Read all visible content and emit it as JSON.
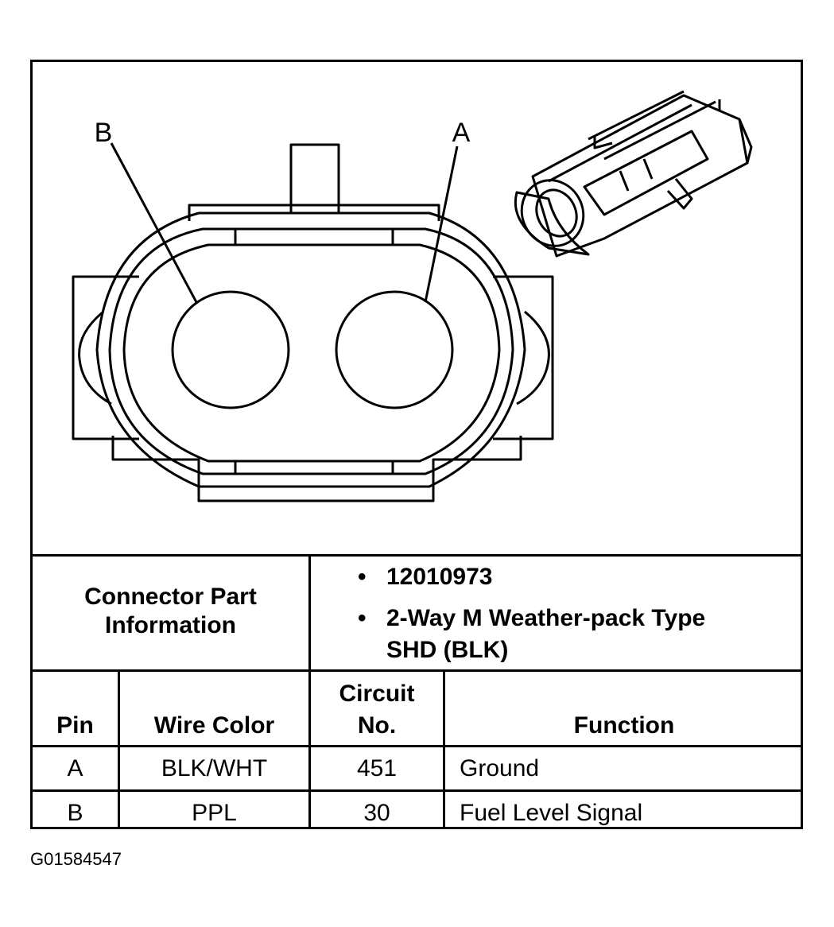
{
  "diagram": {
    "pin_labels": [
      "B",
      "A"
    ]
  },
  "connector_info": {
    "label_line1": "Connector Part",
    "label_line2": "Information",
    "bullet": "•",
    "part_number": "12010973",
    "type_line1": "2-Way M Weather-pack Type",
    "type_line2": "SHD (BLK)"
  },
  "table": {
    "headers": {
      "pin": "Pin",
      "wire_color": "Wire Color",
      "circuit_line1": "Circuit",
      "circuit_line2": "No.",
      "function": "Function"
    },
    "rows": [
      {
        "pin": "A",
        "wire_color": "BLK/WHT",
        "circuit": "451",
        "function": "Ground"
      },
      {
        "pin": "B",
        "wire_color": "PPL",
        "circuit": "30",
        "function": "Fuel Level Signal"
      }
    ]
  },
  "figure_id": "G01584547"
}
